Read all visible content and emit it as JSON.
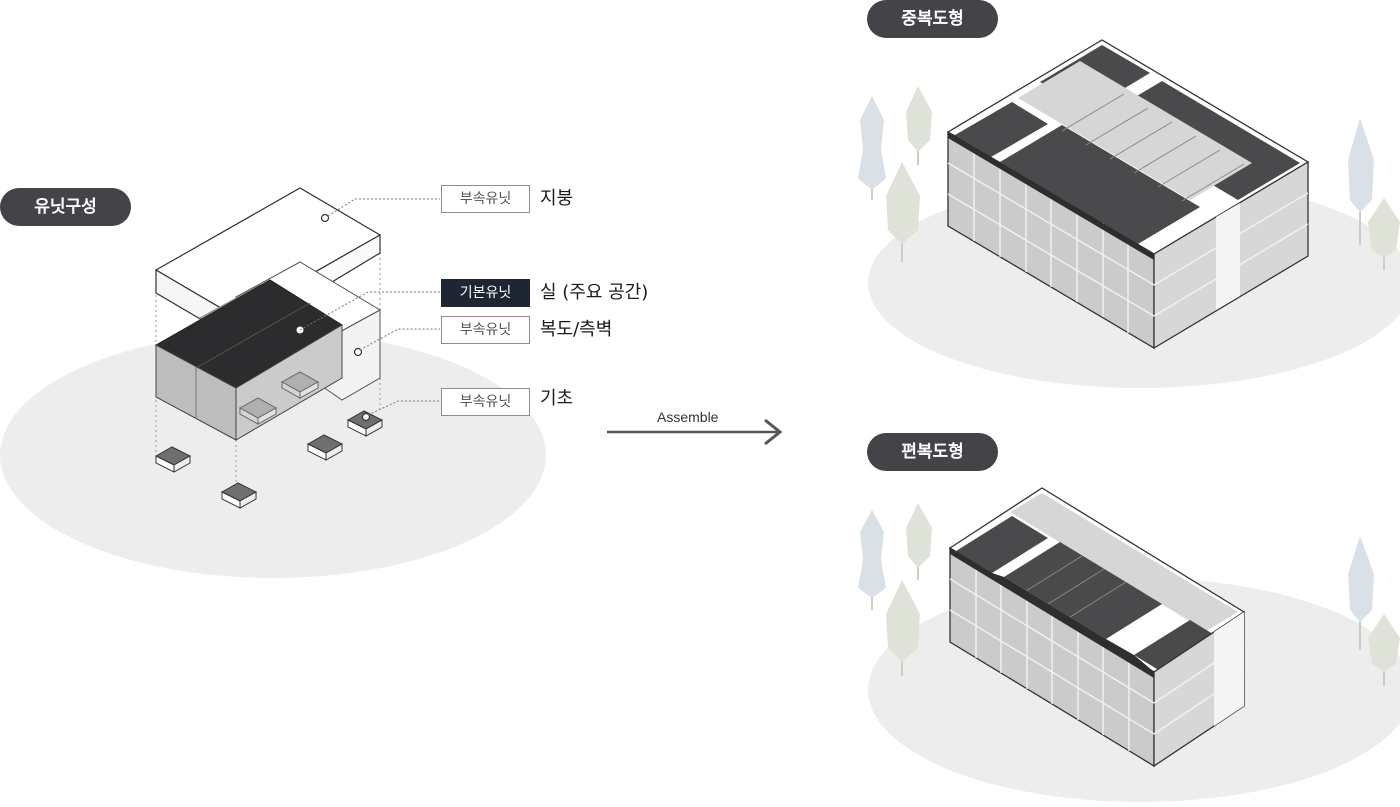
{
  "unit_section": {
    "title": "유닛구성",
    "components": [
      {
        "tag": "부속유닛",
        "tag_kind": "sub",
        "name": "지붕"
      },
      {
        "tag": "기본유닛",
        "tag_kind": "main",
        "name": "실 (주요 공간)"
      },
      {
        "tag": "부속유닛",
        "tag_kind": "sub",
        "name": "복도/측벽"
      },
      {
        "tag": "부속유닛",
        "tag_kind": "sub",
        "name": "기초"
      }
    ]
  },
  "arrow": {
    "label": "Assemble"
  },
  "types": [
    {
      "title": "중복도형"
    },
    {
      "title": "편복도형"
    }
  ],
  "colors": {
    "pill_bg": "#444448",
    "main_tag_bg": "#1e2633",
    "ground": "#ededed",
    "roof_dark": "#4a4a4c",
    "wall_gray": "#c9c9c9",
    "tree_green": "#dfe3d7",
    "tree_blue": "#d9e1e6"
  }
}
